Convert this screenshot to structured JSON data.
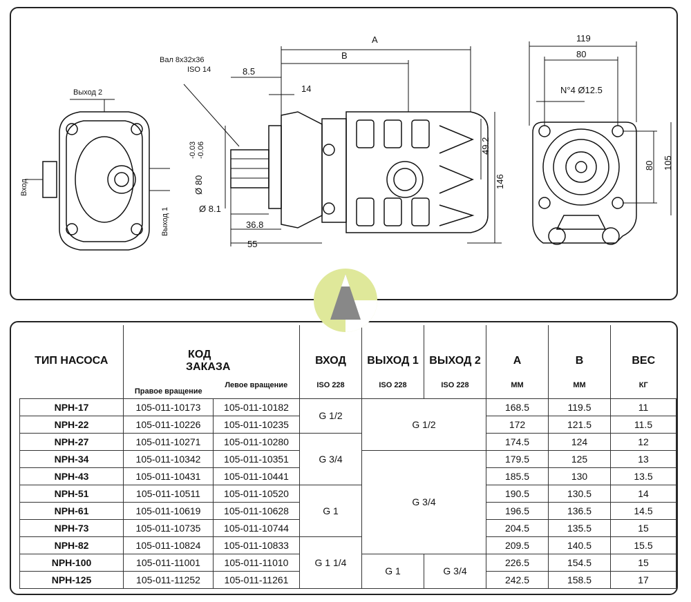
{
  "drawing": {
    "shaft_label": "Вал 8x32x36",
    "shaft_standard": "ISO 14",
    "outlet2_label": "Выход 2",
    "inlet_label": "Вход",
    "outlet1_label": "Выход 1",
    "dim_A": "A",
    "dim_B": "B",
    "dim_8_5": "8.5",
    "dim_14": "14",
    "dim_d80": "Ø 80-0.03 / -0.06",
    "dim_d80_main": "Ø 80",
    "dim_d80_tol": "-0.03",
    "dim_d80_tol2": "-0.06",
    "dim_d8_1": "Ø 8.1",
    "dim_36_8": "36.8",
    "dim_55": "55",
    "dim_49_2": "49.2",
    "dim_146": "146",
    "dim_119": "119",
    "dim_80_top": "80",
    "dim_holes": "N°4 Ø12.5",
    "dim_80_side": "80",
    "dim_105": "105"
  },
  "table": {
    "headers": {
      "type": "ТИП НАСОСА",
      "code": "КОД ЗАКАЗА",
      "code_right": "Правое вращение",
      "code_left": "Левое вращение",
      "inlet": "ВХОД",
      "inlet_std": "ISO 228",
      "out1": "ВЫХОД 1",
      "out1_std": "ISO 228",
      "out2": "ВЫХОД 2",
      "out2_std": "ISO 228",
      "a": "A",
      "a_unit": "MM",
      "b": "B",
      "b_unit": "MM",
      "weight": "ВЕС",
      "weight_unit": "КГ"
    },
    "rows": [
      {
        "type": "NPH-17",
        "right": "105-011-10173",
        "left": "105-011-10182",
        "a": "168.5",
        "b": "119.5",
        "w": "11"
      },
      {
        "type": "NPH-22",
        "right": "105-011-10226",
        "left": "105-011-10235",
        "a": "172",
        "b": "121.5",
        "w": "11.5"
      },
      {
        "type": "NPH-27",
        "right": "105-011-10271",
        "left": "105-011-10280",
        "a": "174.5",
        "b": "124",
        "w": "12"
      },
      {
        "type": "NPH-34",
        "right": "105-011-10342",
        "left": "105-011-10351",
        "a": "179.5",
        "b": "125",
        "w": "13"
      },
      {
        "type": "NPH-43",
        "right": "105-011-10431",
        "left": "105-011-10441",
        "a": "185.5",
        "b": "130",
        "w": "13.5"
      },
      {
        "type": "NPH-51",
        "right": "105-011-10511",
        "left": "105-011-10520",
        "a": "190.5",
        "b": "130.5",
        "w": "14"
      },
      {
        "type": "NPH-61",
        "right": "105-011-10619",
        "left": "105-011-10628",
        "a": "196.5",
        "b": "136.5",
        "w": "14.5"
      },
      {
        "type": "NPH-73",
        "right": "105-011-10735",
        "left": "105-011-10744",
        "a": "204.5",
        "b": "135.5",
        "w": "15"
      },
      {
        "type": "NPH-82",
        "right": "105-011-10824",
        "left": "105-011-10833",
        "a": "209.5",
        "b": "140.5",
        "w": "15.5"
      },
      {
        "type": "NPH-100",
        "right": "105-011-11001",
        "left": "105-011-11010",
        "a": "226.5",
        "b": "154.5",
        "w": "15"
      },
      {
        "type": "NPH-125",
        "right": "105-011-11252",
        "left": "105-011-11261",
        "a": "242.5",
        "b": "158.5",
        "w": "17"
      }
    ],
    "inlet_groups": {
      "g1": "G 1/2",
      "g2": "G 3/4",
      "g3": "G 1",
      "g4": "G 1 1/4"
    },
    "outlet_groups": {
      "o1": "G 1/2",
      "o2": "G 3/4",
      "o3_out1": "G 1",
      "o3_out2": "G 3/4"
    }
  }
}
